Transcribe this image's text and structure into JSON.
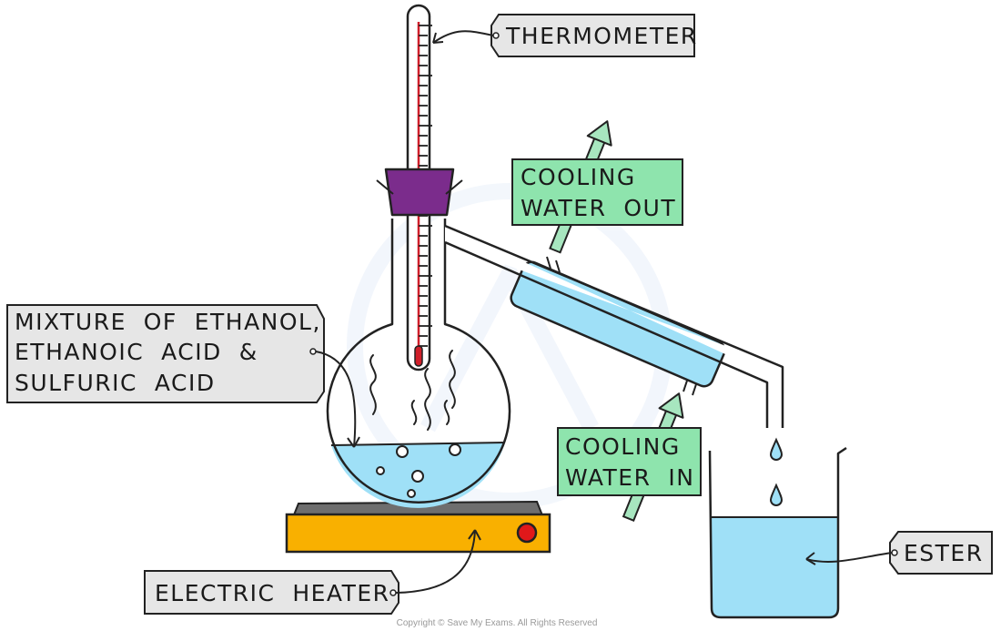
{
  "labels": {
    "thermometer": "THERMOMETER",
    "cooling_out": [
      "COOLING",
      "WATER  OUT"
    ],
    "mixture": [
      "MIXTURE  OF  ETHANOL,",
      "ETHANOIC  ACID  &",
      "SULFURIC  ACID"
    ],
    "cooling_in": [
      "COOLING",
      "WATER  IN"
    ],
    "ester": "ESTER",
    "heater": "ELECTRIC  HEATER"
  },
  "copyright": "Copyright © Save My Exams. All Rights Reserved",
  "colors": {
    "liquid": "#9fe0f7",
    "label_grey": "#e6e6e6",
    "label_green": "#8ee4ad",
    "arrow_green": "#a7e6bf",
    "stopper": "#7b2c8c",
    "heater_body": "#f9b000",
    "heater_top": "#6e6e6e",
    "heater_knob": "#e0181a",
    "thermo_red": "#d01f2a"
  }
}
